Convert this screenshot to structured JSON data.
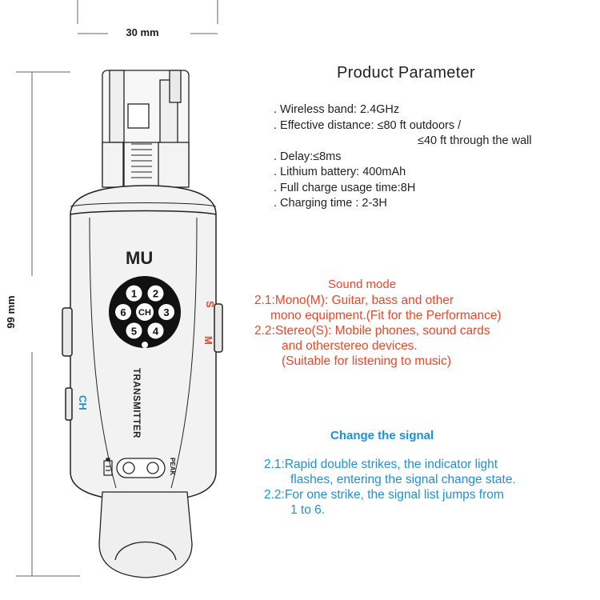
{
  "dimensions": {
    "width_label": "30 mm",
    "height_label": "99 mm"
  },
  "device": {
    "brand": "MU",
    "channel_center": "CH",
    "channels": [
      "1",
      "2",
      "3",
      "4",
      "5",
      "6"
    ],
    "side_label_ch": "CH",
    "switch_label_s": "S",
    "switch_label_m": "M",
    "model_label": "TRANSMITTER",
    "peak_label": "PEAK",
    "colors": {
      "red": "#e8472a",
      "blue": "#1e90d9",
      "body": "#f2f2f2",
      "outline": "#222222"
    }
  },
  "parameters": {
    "title": "Product Parameter",
    "items": [
      ". Wireless band: 2.4GHz",
      ". Effective distance: ≤80 ft outdoors /",
      "≤40 ft through the wall",
      ". Delay:≤8ms",
      ". Lithium battery: 400mAh",
      ". Full charge usage time:8H",
      ". Charging time : 2-3H"
    ]
  },
  "sound_mode": {
    "title": "Sound mode",
    "lines": [
      "2.1:Mono(M): Guitar, bass and other",
      "mono equipment.(Fit for the Performance)",
      "2.2:Stereo(S): Mobile phones, sound cards",
      "and otherstereo devices.",
      "(Suitable for listening to music)"
    ]
  },
  "change_signal": {
    "title": "Change the signal",
    "lines": [
      "2.1:Rapid double strikes, the indicator light",
      "flashes, entering the signal change state.",
      "2.2:For one strike, the signal list jumps from",
      "1 to 6."
    ]
  }
}
